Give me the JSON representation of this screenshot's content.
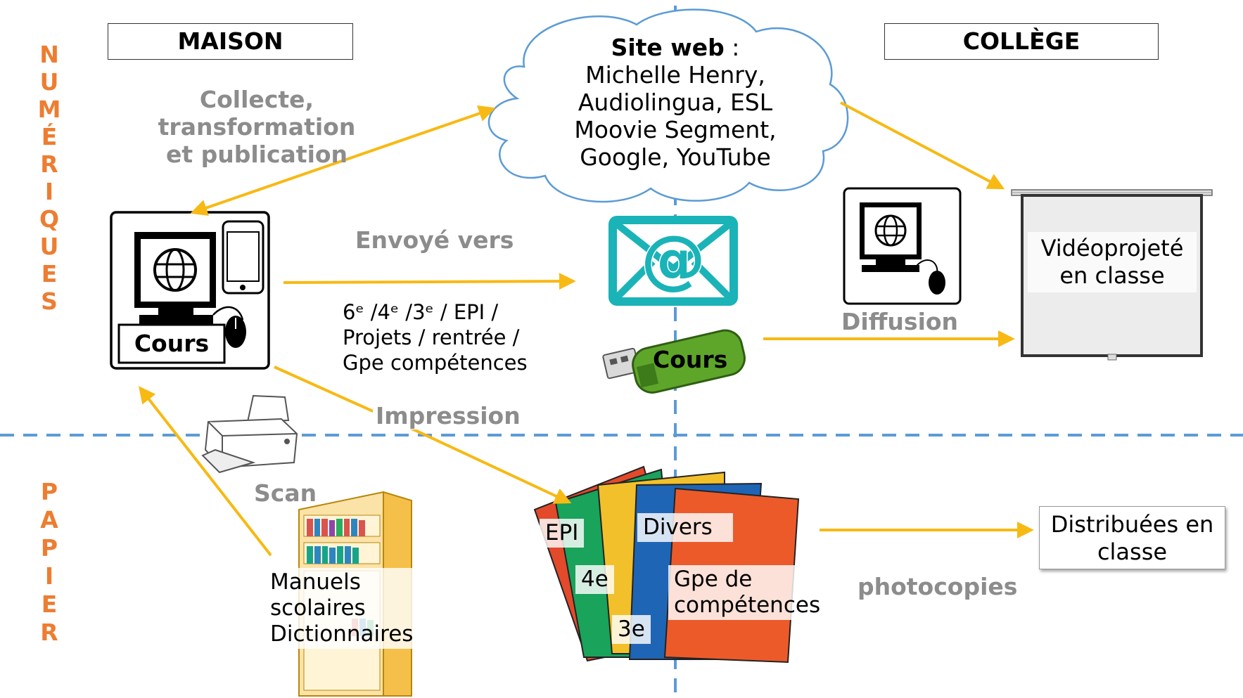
{
  "side_labels": {
    "numeriques": [
      "N",
      "U",
      "M",
      "É",
      "R",
      "I",
      "Q",
      "U",
      "E",
      "S"
    ],
    "papier": [
      "P",
      "A",
      "P",
      "I",
      "E",
      "R"
    ]
  },
  "headers": {
    "maison": "MAISON",
    "college": "COLLÈGE"
  },
  "cloud": {
    "title": "Site web",
    "colon": " :",
    "lines": [
      "Michelle Henry,",
      "Audiolingua, ESL",
      "Moovie Segment,",
      "Google, YouTube"
    ]
  },
  "labels": {
    "collecte": [
      "Collecte,",
      "transformation",
      "et publication"
    ],
    "envoye": "Envoyé vers",
    "diffusion": "Diffusion",
    "impression": "Impression",
    "scan": "Scan",
    "photocopies": "photocopies"
  },
  "computer_card": {
    "label": "Cours"
  },
  "usb": {
    "label": "Cours"
  },
  "levels": {
    "line1": "6ᵉ /4ᵉ /3ᵉ / EPI /",
    "line2": "Projets / rentrée /",
    "line3": "Gpe compétences"
  },
  "screen": {
    "lines": [
      "Vidéoprojeté",
      "en classe"
    ]
  },
  "distributed": {
    "lines": [
      "Distribuées en",
      "classe"
    ]
  },
  "books": {
    "lines": [
      "Manuels",
      "scolaires",
      "Dictionnaires"
    ]
  },
  "folders": {
    "epi": "EPI",
    "divers": "Divers",
    "g4": "4e",
    "g3": "3e",
    "gpe": [
      "Gpe de",
      "compétences"
    ]
  },
  "colors": {
    "orange_text": "#ed7d31",
    "arrow": "#f7b913",
    "divider": "#5b9bd5",
    "gray_label": "#8c8c8c",
    "email": "#1ab3b8",
    "usb_green": "#5ea62a"
  }
}
